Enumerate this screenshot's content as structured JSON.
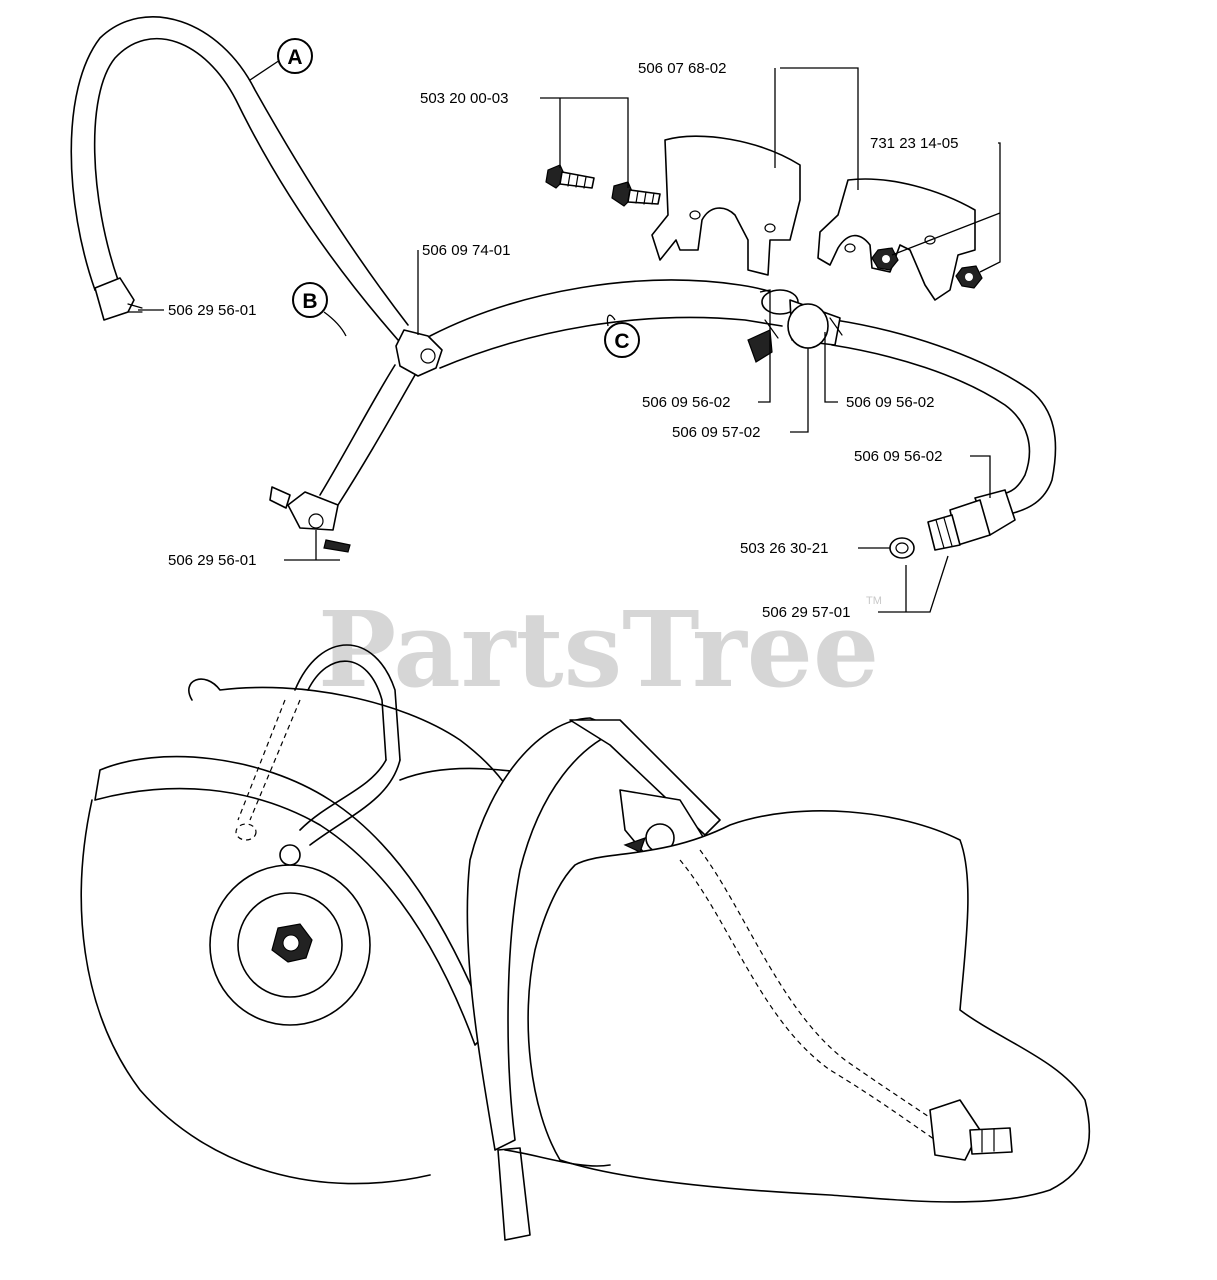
{
  "diagram": {
    "callouts": {
      "a": "A",
      "b": "B",
      "c": "C"
    },
    "parts": {
      "hose_a_nipple": "506 29 56-01",
      "t_connector": "506 09 74-01",
      "screw_upper": "503 20 00-03",
      "cover": "506 07 68-02",
      "nut": "731 23 14-05",
      "clamp_left": "506 09 56-02",
      "clamp_right": "506 09 56-02",
      "valve": "506 09 57-02",
      "clamp_tank": "506 09 56-02",
      "washer": "503 26 30-21",
      "connector": "506 29 57-01",
      "hose_b_nipple": "506 29 56-01"
    }
  },
  "watermark": {
    "text": "PartsTree",
    "trademark": "TM"
  }
}
